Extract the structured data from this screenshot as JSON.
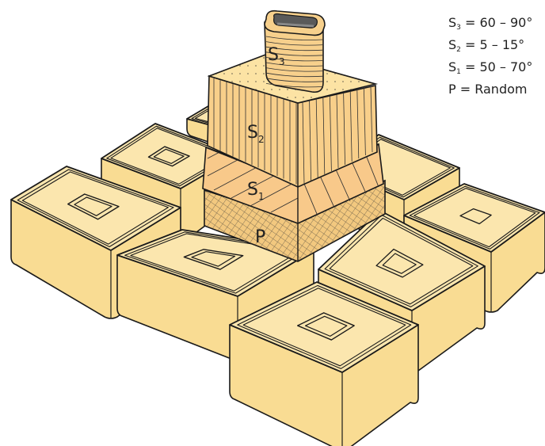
{
  "colors": {
    "base": "#f9dc93",
    "base_top": "#fbe6ae",
    "stroke": "#1a1a1a",
    "s1_side": "#f8c98a",
    "s2_side": "#f8cf8a",
    "s3_side": "#f7d08c",
    "p_side": "#f2c87f",
    "top_face": "#fce3a4"
  },
  "layers": {
    "s3": {
      "letter": "S",
      "sub": "3"
    },
    "s2": {
      "letter": "S",
      "sub": "2"
    },
    "s1": {
      "letter": "S",
      "sub": "1"
    },
    "p": {
      "letter": "P"
    }
  },
  "legend": [
    {
      "letter": "S",
      "sub": "3",
      "text": " = 60 – 90°"
    },
    {
      "letter": "S",
      "sub": "2",
      "text": " = 5 – 15°"
    },
    {
      "letter": "S",
      "sub": "1",
      "text": " = 50 – 70°"
    },
    {
      "letter": "P",
      "sub": "",
      "text": " = Random"
    }
  ]
}
